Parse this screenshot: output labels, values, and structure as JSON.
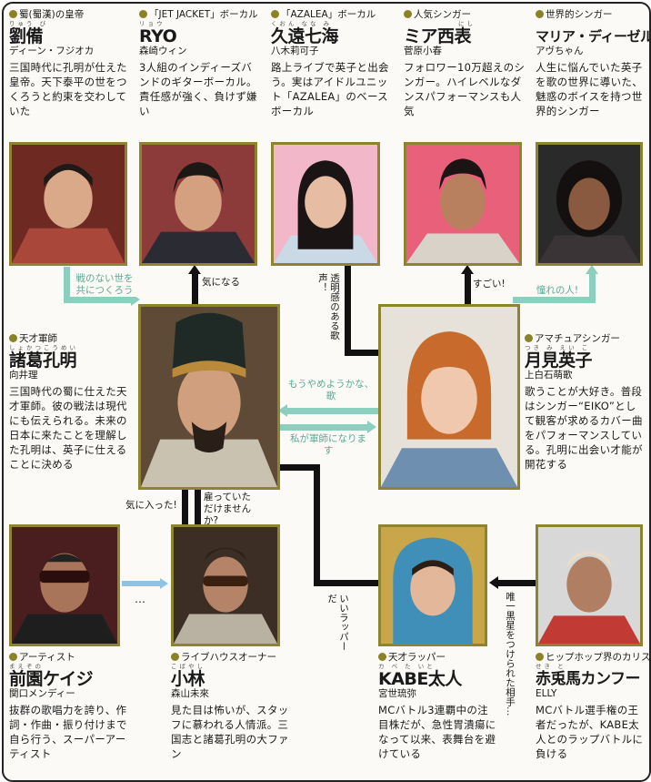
{
  "colors": {
    "border": "#8c8430",
    "accent_teal": "#8ccfbf",
    "teal_text": "#5aa996",
    "line": "#111111",
    "blue": "#8fc3e6"
  },
  "characters": {
    "liubei": {
      "role": "蜀(蜀漢)の皇帝",
      "ruby": "りゅう び",
      "name": "劉備",
      "actor": "ディーン・フジオカ",
      "desc": "三国時代に孔明が仕えた皇帝。天下泰平の世をつくろうと約束を交わしていた"
    },
    "ryo": {
      "role": "「JET JACKET」ボーカル",
      "ruby": "リョウ",
      "name": "RYO",
      "actor": "森崎ウィン",
      "desc": "3人組のインディーズバンドのギターボーカル。責任感が強く、負けず嫌い"
    },
    "nanami": {
      "role": "「AZALEA」ボーカル",
      "ruby": "くおん なな み",
      "name": "久遠七海",
      "actor": "八木莉可子",
      "desc": "路上ライブで英子と出会う。実はアイドルユニット「AZALEA」のベースボーカル"
    },
    "mia": {
      "role": "人気シンガー",
      "ruby": "にし",
      "name": "ミア西表",
      "actor": "菅原小春",
      "desc": "フォロワー10万超えのシンガー。ハイレベルなダンスパフォーマンスも人気"
    },
    "maria": {
      "role": "世界的シンガー",
      "ruby": "",
      "name": "マリア・ディーゼル",
      "actor": "アヴちゃん",
      "desc": "人生に悩んでいた英子を歌の世界に導いた、魅惑のボイスを持つ世界的シンガー"
    },
    "koumei": {
      "role": "天才軍師",
      "ruby": "しょかつこうめい",
      "name": "諸葛孔明",
      "actor": "向井理",
      "desc": "三国時代の蜀に仕えた天才軍師。彼の戦法は現代にも伝えられる。未来の日本に来たことを理解した孔明は、英子に仕えることに決める"
    },
    "eiko": {
      "role": "アマチュアシンガー",
      "ruby": "つき み えい こ",
      "name": "月見英子",
      "actor": "上白石萌歌",
      "desc": "歌うことが大好き。普段はシンガー“EIKO”として観客が求めるカバー曲をパフォーマンスしている。孔明に出会い才能が開花する"
    },
    "keiji": {
      "role": "アーティスト",
      "ruby": "まえぞの",
      "name": "前園ケイジ",
      "actor": "関口メンディー",
      "desc": "抜群の歌唱力を誇り、作詞・作曲・振り付けまで自ら行う、スーパーアーティスト"
    },
    "kobayashi": {
      "role": "ライブハウスオーナー",
      "ruby": "こばやし",
      "name": "小林",
      "actor": "森山未來",
      "desc": "見た目は怖いが、スタッフに慕われる人情派。三国志と諸葛孔明の大ファン"
    },
    "kabe": {
      "role": "天才ラッパー",
      "ruby": "カ ベ た いと",
      "name": "KABE太人",
      "actor": "宮世琉弥",
      "desc": "MCバトル3連覇中の注目株だが、急性胃潰瘍になって以来、表舞台を避けている"
    },
    "akauma": {
      "role": "ヒップホップ界のカリスマ",
      "ruby": "せき と",
      "name": "赤兎馬カンフー",
      "actor": "ELLY",
      "desc": "MCバトル選手権の王者だったが、KABE太人とのラップバトルに負ける"
    }
  },
  "relations": {
    "liubei_to_koumei": "戦のない世を共につくろう",
    "koumei_to_ryo": "気になる",
    "nanami_to_eiko": "透明感のある歌声！",
    "eiko_to_mia": "すごい!",
    "eiko_to_maria": "憧れの人!",
    "eiko_to_koumei": "もうやめようかな、歌",
    "koumei_to_eiko": "私が軍師になります",
    "kobayashi_to_koumei": "気に入った!",
    "koumei_to_kobayashi": "雇っていただけませんか?",
    "keiji_kobayashi": "…",
    "kabe_to_eiko": "いいラッパーだ",
    "akauma_to_kabe": "唯一黒星をつけられた相手…"
  }
}
